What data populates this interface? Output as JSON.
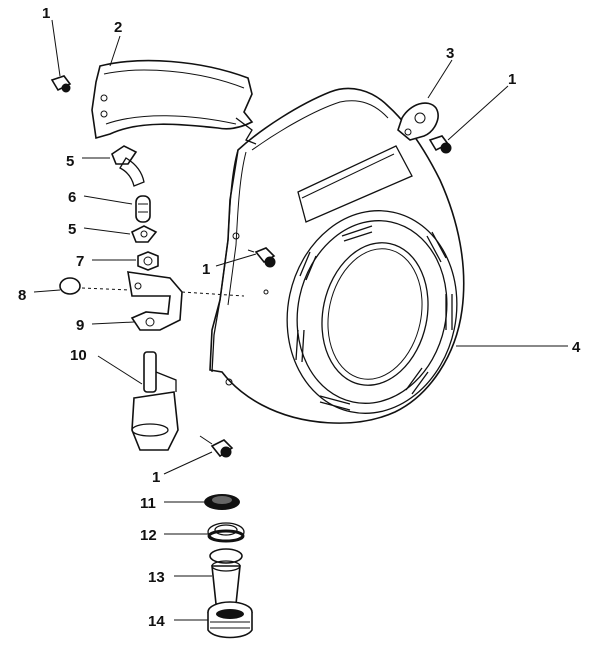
{
  "labels": [
    {
      "key": "l1a",
      "text": "1"
    },
    {
      "key": "l2",
      "text": "2"
    },
    {
      "key": "l3",
      "text": "3"
    },
    {
      "key": "l1b",
      "text": "1"
    },
    {
      "key": "l5a",
      "text": "5"
    },
    {
      "key": "l6",
      "text": "6"
    },
    {
      "key": "l5b",
      "text": "5"
    },
    {
      "key": "l7",
      "text": "7"
    },
    {
      "key": "l1c",
      "text": "1"
    },
    {
      "key": "l8",
      "text": "8"
    },
    {
      "key": "l9",
      "text": "9"
    },
    {
      "key": "l4",
      "text": "4"
    },
    {
      "key": "l10",
      "text": "10"
    },
    {
      "key": "l1d",
      "text": "1"
    },
    {
      "key": "l11",
      "text": "11"
    },
    {
      "key": "l12",
      "text": "12"
    },
    {
      "key": "l13",
      "text": "13"
    },
    {
      "key": "l14",
      "text": "14"
    }
  ]
}
